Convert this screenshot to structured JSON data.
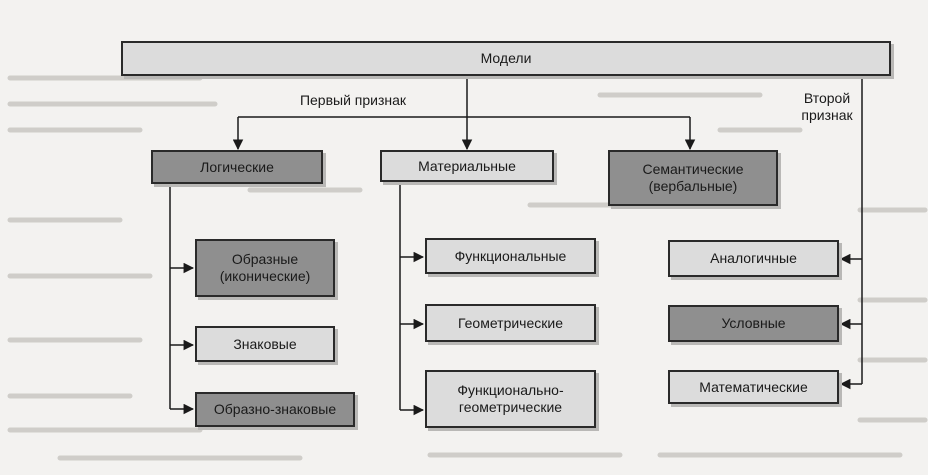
{
  "diagram": {
    "root": "Модели",
    "first_sign": "Первый признак",
    "second_sign": "Второй признак",
    "categories": {
      "logical": "Логические",
      "material": "Материальные",
      "semantic": "Семантические (вербальные)"
    },
    "logical_items": [
      "Образные (иконические)",
      "Знаковые",
      "Образно-знаковые"
    ],
    "material_items": [
      "Функциональные",
      "Геометрические",
      "Функционально-геометрические"
    ],
    "semantic_items": [
      "Аналогичные",
      "Условные",
      "Математические"
    ]
  },
  "colors": {
    "light_box": "#dcdcdc",
    "dark_box": "#8f8f8f",
    "line": "#1a1a1a"
  }
}
